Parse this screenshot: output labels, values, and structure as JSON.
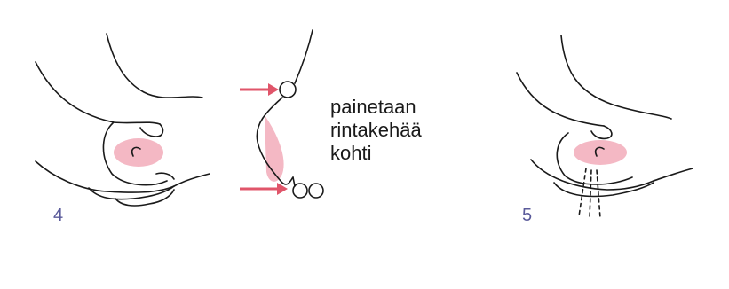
{
  "panels": [
    {
      "step_number": "4",
      "icon": "hand-breast-compress-icon"
    },
    {
      "step_number": "",
      "icon": "breast-profile-arrows-icon"
    },
    {
      "step_number": "5",
      "icon": "hand-breast-express-icon"
    }
  ],
  "caption": {
    "lines": [
      "painetaan",
      "rintakehää",
      "kohti"
    ]
  },
  "colors": {
    "line": "#1a1a1a",
    "areola_pink": "#f4b8c4",
    "arrow_red": "#e0556a",
    "number_blue": "#5a5a9a"
  }
}
